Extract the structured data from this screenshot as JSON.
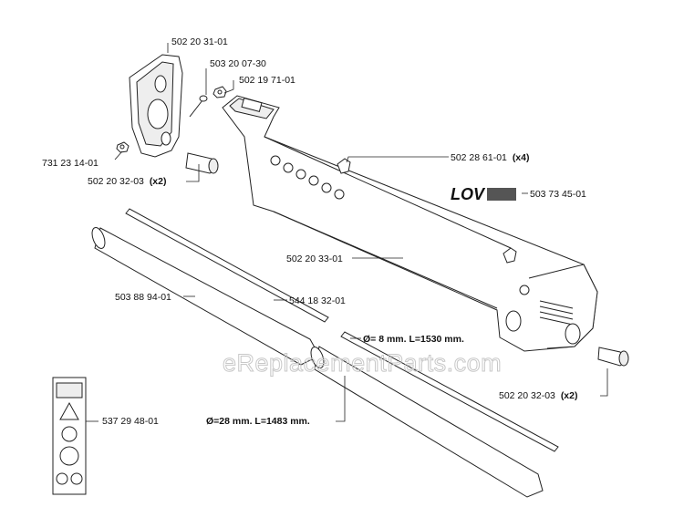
{
  "parts": [
    {
      "id": "p1",
      "number": "502 20 31-01"
    },
    {
      "id": "p2",
      "number": "503 20 07-30"
    },
    {
      "id": "p3",
      "number": "502 19 71-01"
    },
    {
      "id": "p4",
      "number": "731 23 14-01"
    },
    {
      "id": "p5",
      "number": "502 20 32-03",
      "qty": "(x2)"
    },
    {
      "id": "p6",
      "number": "502 28 61-01",
      "qty": "(x4)"
    },
    {
      "id": "p7",
      "number": "503 73 45-01"
    },
    {
      "id": "p8",
      "number": "502 20 33-01"
    },
    {
      "id": "p9",
      "number": "503 88 94-01"
    },
    {
      "id": "p10",
      "number": "544 18 32-01"
    },
    {
      "id": "p11",
      "number": "502 20 32-03",
      "qty": "(x2)"
    },
    {
      "id": "p12",
      "number": "537 29 48-01"
    }
  ],
  "dimensions": {
    "rod": "Ø= 8 mm. L=1530 mm.",
    "tube": "Ø=28 mm. L=1483 mm."
  },
  "brand_logo": "LOV",
  "watermark": "eReplacementParts.com"
}
